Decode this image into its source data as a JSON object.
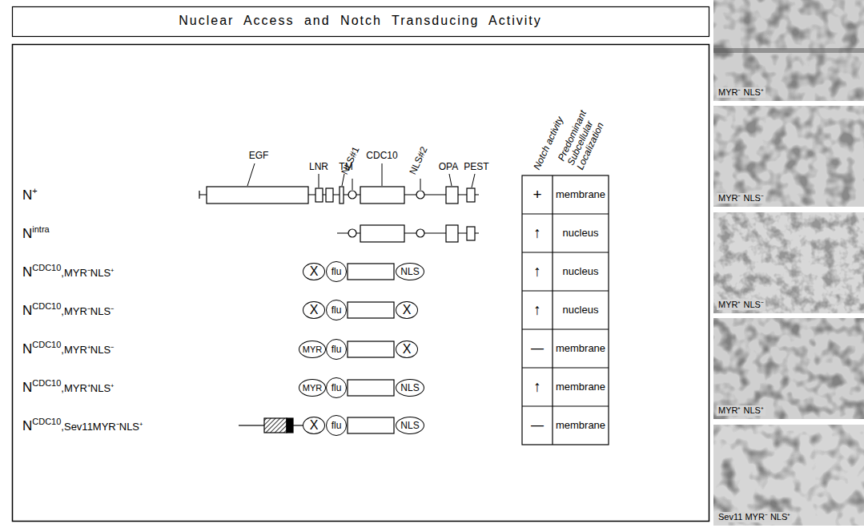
{
  "diagram": {
    "title": "Nuclear Access and Notch Transducing Activity",
    "nodes": [
      {
        "text": [
          "X"
        ]
      },
      {
        "text": [
          "flu"
        ]
      },
      {
        "text": [
          "NLS"
        ]
      },
      {
        "text": [
          "X"
        ]
      },
      {
        "text": [
          "flu"
        ]
      },
      {
        "text": [
          "X"
        ]
      },
      {
        "text": [
          "MYR"
        ]
      },
      {
        "text": [
          "flu"
        ]
      },
      {
        "text": [
          "X"
        ]
      },
      {
        "text": [
          "MYR"
        ]
      },
      {
        "text": [
          "flu"
        ]
      },
      {
        "text": [
          "NLS"
        ]
      },
      {
        "text": [
          "X"
        ]
      },
      {
        "text": [
          "flu"
        ]
      },
      {
        "text": [
          "NLS"
        ]
      }
    ],
    "labels": [
      "EGF",
      "LNR",
      "TM",
      "NLS#1",
      "CDC10",
      "NLS#2",
      "OPA",
      "PEST",
      "Notch activity",
      "Predominant Subcellular Localization",
      "N",
      "+",
      "N",
      "intra",
      "N",
      "CDC10",
      ",MYR⁻NLS⁺",
      "N",
      "CDC10",
      ",MYR⁻NLS⁻",
      "N",
      "CDC10",
      ",MYR⁺NLS⁻",
      "N",
      "CDC10",
      ",MYR⁺NLS⁺",
      "N",
      "CDC10",
      ",Sev11MYR⁻NLS⁺",
      "+",
      "membrane",
      "↑",
      "nucleus",
      "↑",
      "nucleus",
      "↑",
      "nucleus",
      "—",
      "membrane",
      "↑",
      "membrane",
      "—",
      "membrane",
      "MYR⁻ NLS⁺",
      "MYR⁻ NLS⁻",
      "MYR⁺ NLS⁻",
      "MYR⁺ NLS⁺",
      "Sev11 MYR⁻ NLS⁺"
    ]
  }
}
